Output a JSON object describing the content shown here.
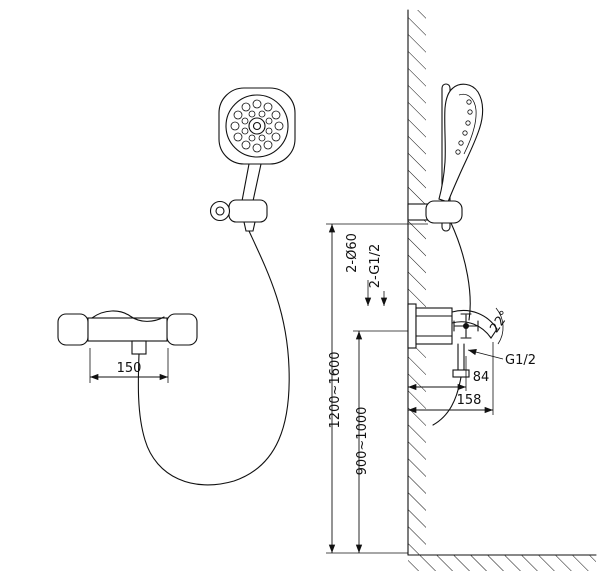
{
  "diagram": {
    "labels": {
      "mixer_width": "150",
      "mount_holes": "2-Ø60",
      "inlet_threads": "2-G1/2",
      "bar_height_range": "1200~1600",
      "mixer_height_range": "900~1000",
      "spout_angle": "22°",
      "outlet_thread": "G1/2",
      "handle_offset": "84",
      "spout_reach": "158"
    },
    "colors": {
      "line": "#111111",
      "background": "#ffffff"
    }
  }
}
